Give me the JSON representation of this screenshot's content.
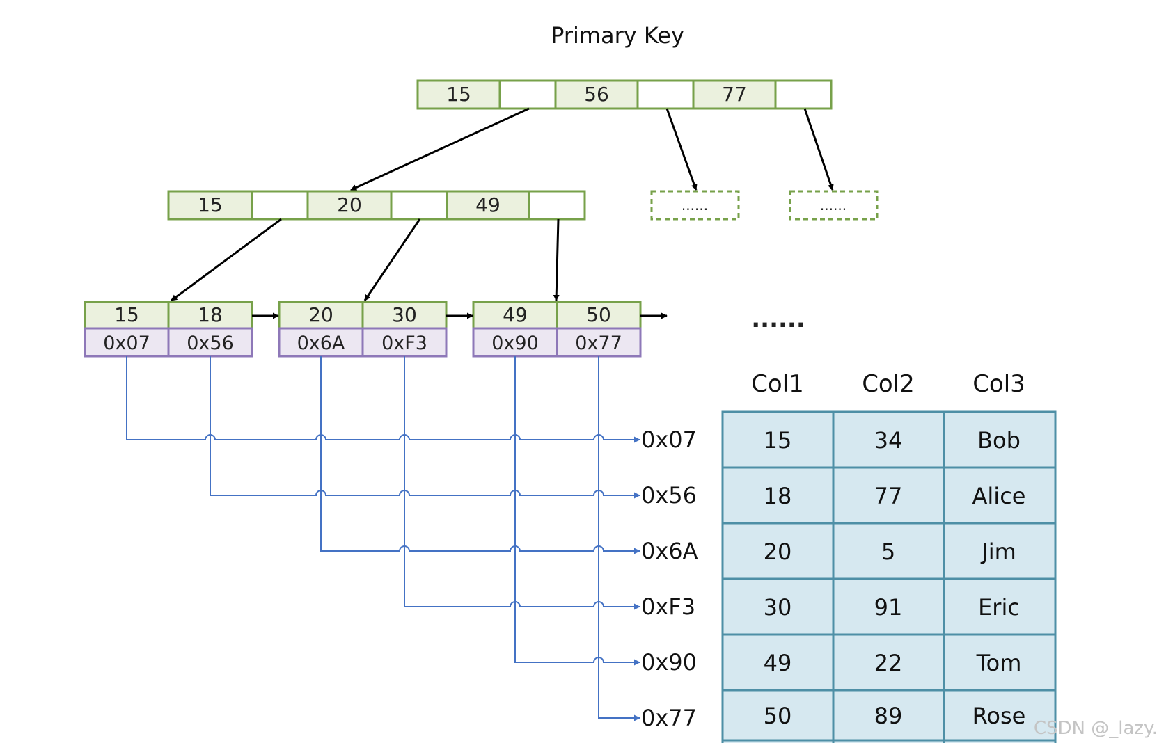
{
  "title": "Primary Key",
  "root_keys": [
    "15",
    "56",
    "77"
  ],
  "level2_keys": [
    "15",
    "20",
    "49"
  ],
  "placeholder": "......",
  "leaves": [
    {
      "keys": [
        "15",
        "18"
      ],
      "pointers": [
        "0x07",
        "0x56"
      ]
    },
    {
      "keys": [
        "20",
        "30"
      ],
      "pointers": [
        "0x6A",
        "0xF3"
      ]
    },
    {
      "keys": [
        "49",
        "50"
      ],
      "pointers": [
        "0x90",
        "0x77"
      ]
    }
  ],
  "leaf_ellipsis": "......",
  "row_addresses": [
    "0x07",
    "0x56",
    "0x6A",
    "0xF3",
    "0x90",
    "0x77"
  ],
  "table": {
    "headers": [
      "Col1",
      "Col2",
      "Col3"
    ],
    "rows": [
      [
        "15",
        "34",
        "Bob"
      ],
      [
        "18",
        "77",
        "Alice"
      ],
      [
        "20",
        "5",
        "Jim"
      ],
      [
        "30",
        "91",
        "Eric"
      ],
      [
        "49",
        "22",
        "Tom"
      ],
      [
        "50",
        "89",
        "Rose"
      ]
    ]
  },
  "watermark": "CSDN @_lazy.",
  "colors": {
    "key_fill": "#ebf1de",
    "key_border": "#77a14a",
    "ptr_fill": "#ece7f2",
    "ptr_border": "#8e78b8",
    "link_line": "#4472c4",
    "table_fill": "#d6e8f0",
    "table_border": "#4e8fa6"
  }
}
